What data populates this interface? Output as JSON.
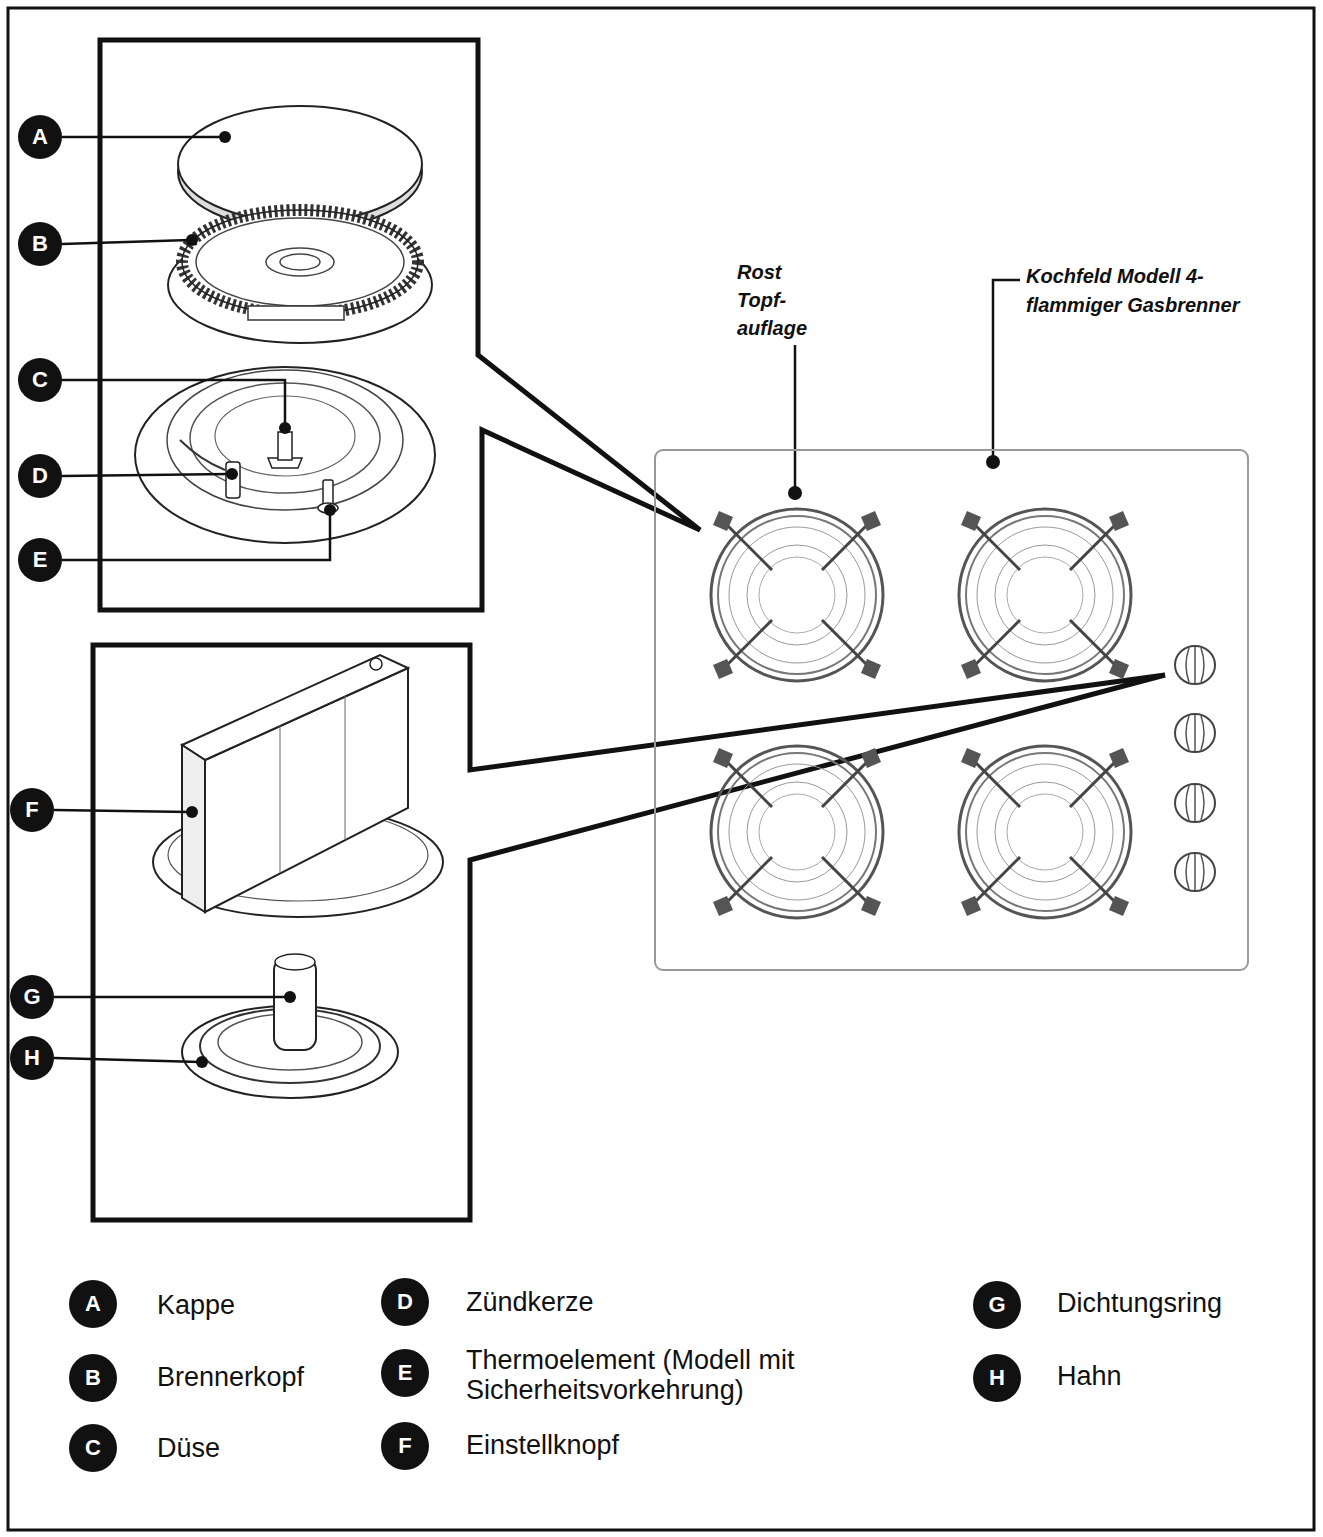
{
  "diagram": {
    "nodes": [
      {
        "text": [
          "A"
        ]
      },
      {
        "text": [
          "B"
        ]
      },
      {
        "text": [
          "C"
        ]
      },
      {
        "text": [
          "D"
        ]
      },
      {
        "text": [
          "E"
        ]
      },
      {
        "text": [
          "F"
        ]
      },
      {
        "text": [
          "G"
        ]
      },
      {
        "text": [
          "H"
        ]
      },
      {
        "text": [
          "A"
        ]
      },
      {
        "text": [
          "D"
        ]
      },
      {
        "text": [
          "G"
        ]
      },
      {
        "text": [
          "B"
        ]
      },
      {
        "text": [
          "E"
        ]
      },
      {
        "text": [
          "H"
        ]
      },
      {
        "text": [
          "C"
        ]
      },
      {
        "text": [
          "F"
        ]
      }
    ],
    "labels": [
      "Rost Topf- auflage",
      "Kochfeld Modell 4-flammiger Gasbrenner",
      "Kappe",
      "Zündkerze",
      "Dichtungsring",
      "Brennerkopf",
      "Thermoelement (Modell mit Sicherheitsvorkehrung)",
      "Hahn",
      "Düse",
      "Einstellknopf"
    ]
  }
}
